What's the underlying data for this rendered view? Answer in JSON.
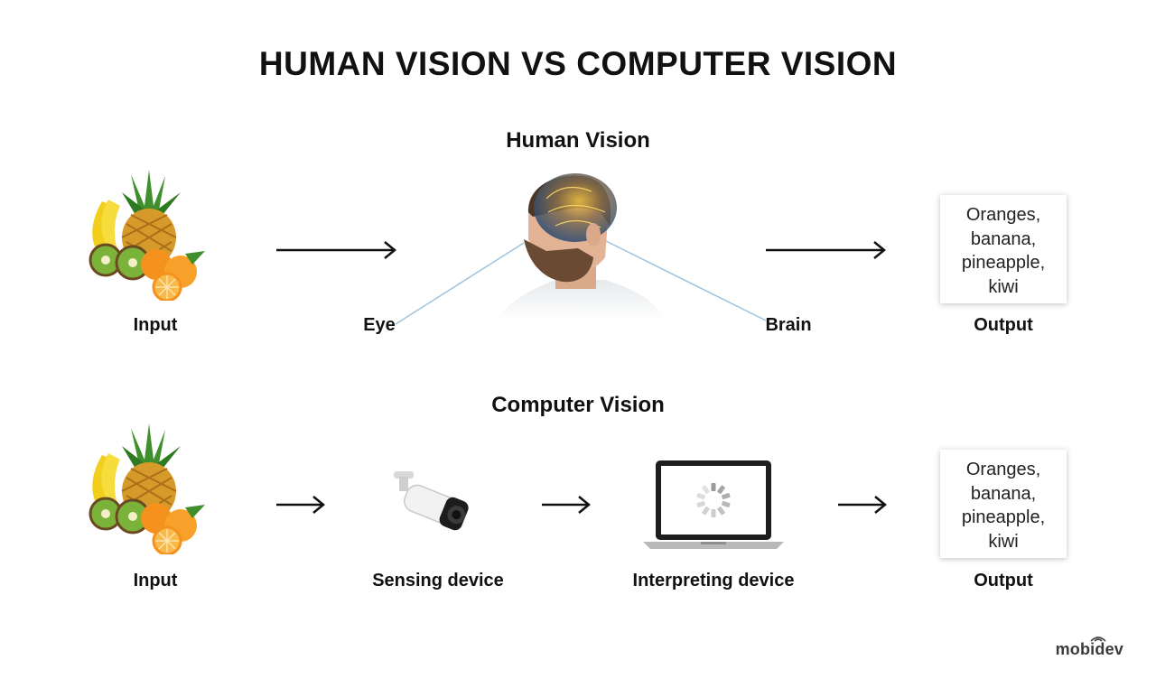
{
  "title": "HUMAN VISION VS COMPUTER VISION",
  "human": {
    "heading": "Human Vision",
    "input_label": "Input",
    "eye_label": "Eye",
    "brain_label": "Brain",
    "output_label": "Output",
    "output_lines": [
      "Oranges,",
      "banana,",
      "pineapple,",
      "kiwi"
    ]
  },
  "computer": {
    "heading": "Computer Vision",
    "input_label": "Input",
    "sensing_label": "Sensing device",
    "interpreting_label": "Interpreting device",
    "output_label": "Output",
    "output_lines": [
      "Oranges,",
      "banana,",
      "pineapple,",
      "kiwi"
    ]
  },
  "brand": "mobidev",
  "colors": {
    "text": "#111111",
    "pointer_line": "#9ec3dc",
    "orange": "#f5921e",
    "kiwi": "#7bb33a",
    "banana": "#f2cf1d"
  },
  "icons": [
    "fruit-basket",
    "human-head-brain",
    "security-camera",
    "laptop-spinner",
    "arrow-right"
  ]
}
